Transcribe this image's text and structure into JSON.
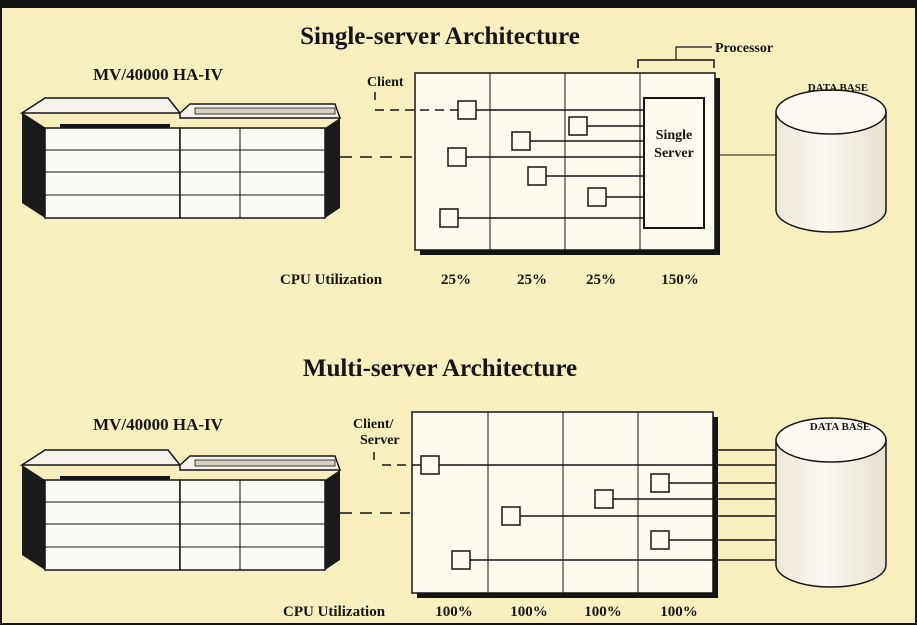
{
  "figure_heading": "",
  "single": {
    "title": "Single-server Architecture",
    "machine_label": "MV/40000 HA-IV",
    "client_label": "Client",
    "processor_label": "Processor",
    "server_label_line1": "Single",
    "server_label_line2": "Server",
    "database_label": "DATA BASE",
    "cpu_label": "CPU Utilization",
    "cpu_values": [
      "25%",
      "25%",
      "25%",
      "150%"
    ]
  },
  "multi": {
    "title": "Multi-server Architecture",
    "machine_label": "MV/40000 HA-IV",
    "client_server_label_line1": "Client/",
    "client_server_label_line2": "Server",
    "database_label": "DATA BASE",
    "cpu_label": "CPU Utilization",
    "cpu_values": [
      "100%",
      "100%",
      "100%",
      "100%"
    ]
  },
  "colors": {
    "background": "#f7efbe",
    "panel": "#fdfaf0",
    "ink": "#151515"
  }
}
